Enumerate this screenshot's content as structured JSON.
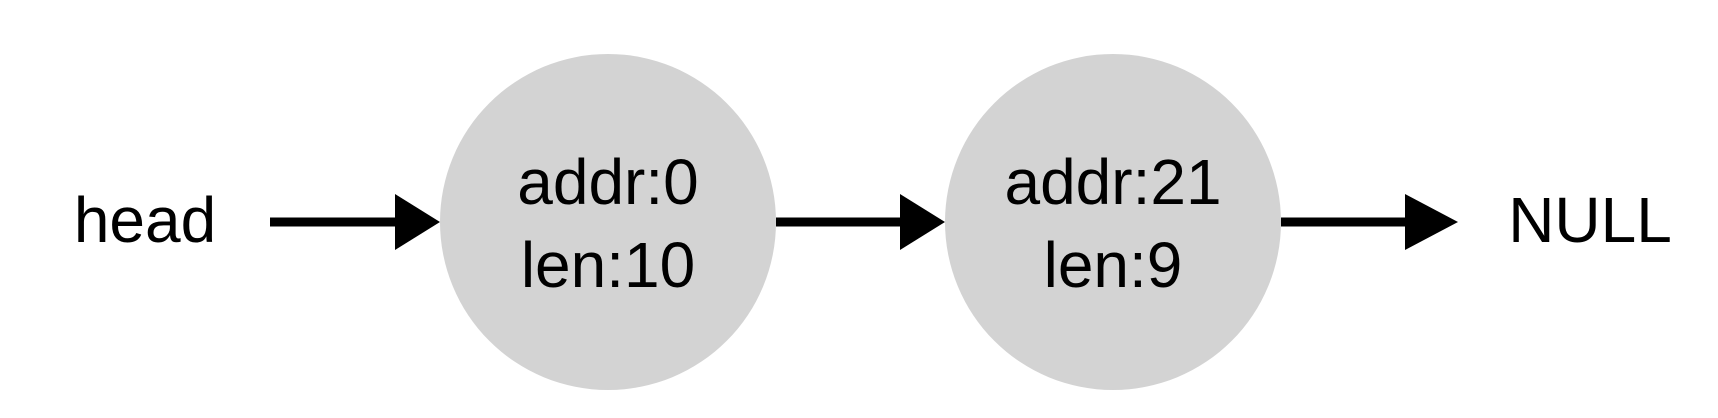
{
  "colors": {
    "node_fill": "#d3d3d3",
    "edge": "#000000",
    "text": "#000000",
    "background": "#ffffff"
  },
  "labels": {
    "head": "head",
    "null": "NULL"
  },
  "nodes": [
    {
      "addr_text": "addr:0",
      "len_text": "len:10"
    },
    {
      "addr_text": "addr:21",
      "len_text": "len:9"
    }
  ]
}
